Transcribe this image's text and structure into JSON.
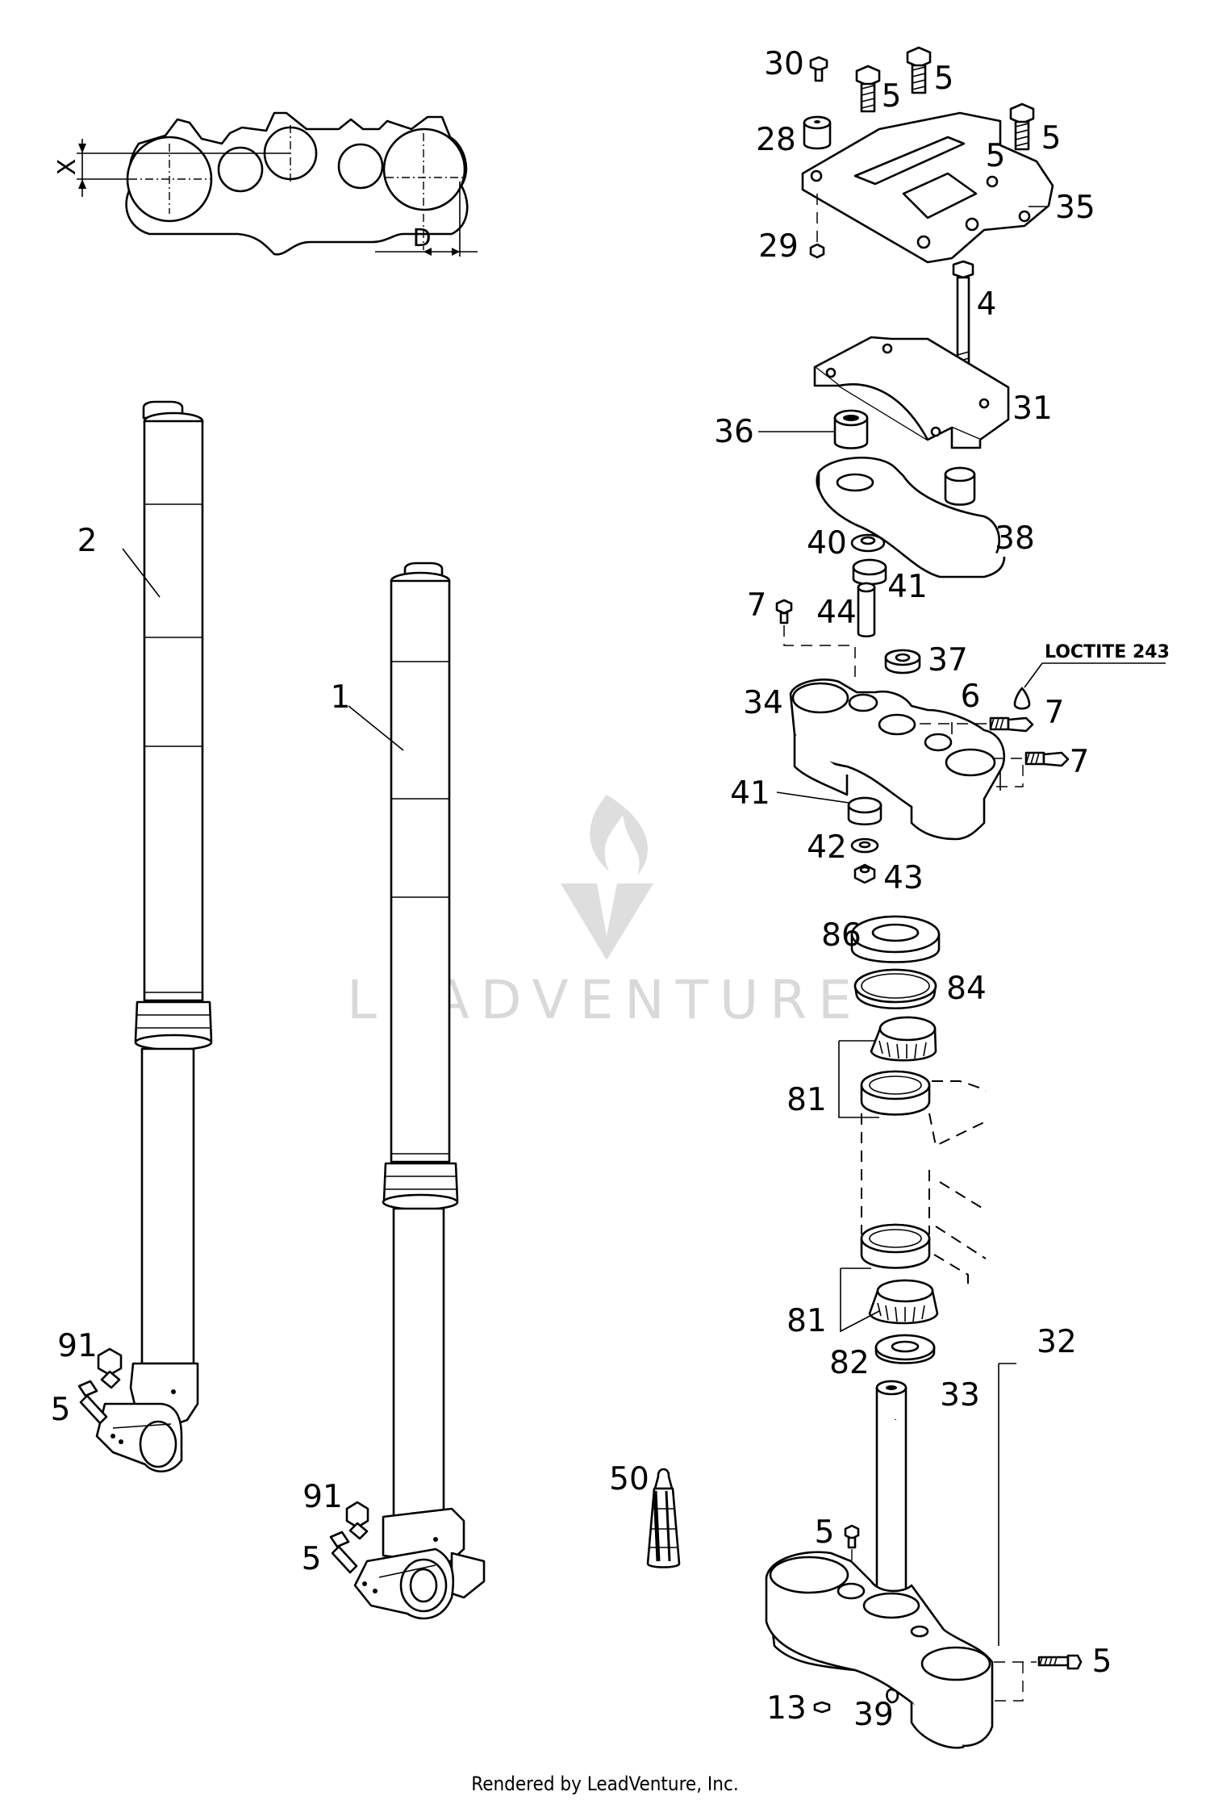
{
  "footer": "Rendered by LeadVenture, Inc.",
  "watermark": "LEADVENTURE",
  "note_loctite": "LOCTITE 243",
  "dimensions": {
    "x": "X",
    "d": "D"
  },
  "callouts": {
    "c30": "30",
    "c5a": "5",
    "c5b": "5",
    "c28": "28",
    "c5c": "5",
    "c5d": "5",
    "c35": "35",
    "c29": "29",
    "c4": "4",
    "c31": "31",
    "c36": "36",
    "c38": "38",
    "c40": "40",
    "c41a": "41",
    "c7a": "7",
    "c44": "44",
    "c37": "37",
    "c34": "34",
    "c6": "6",
    "c7b": "7",
    "c7c": "7",
    "c41b": "41",
    "c42": "42",
    "c43": "43",
    "c86": "86",
    "c84": "84",
    "c81a": "81",
    "c81b": "81",
    "c82": "82",
    "c32": "32",
    "c33": "33",
    "c2": "2",
    "c1": "1",
    "c91a": "91",
    "c5e": "5",
    "c91b": "91",
    "c5f": "5",
    "c50": "50",
    "c5g": "5",
    "c5h": "5",
    "c13": "13",
    "c39": "39"
  }
}
